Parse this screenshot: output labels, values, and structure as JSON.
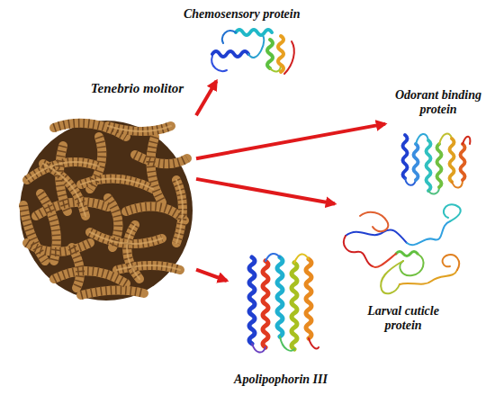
{
  "diagram": {
    "nodes": [
      {
        "text": [
          "Tenebrio molitor"
        ]
      },
      {
        "text": [
          "Chemosensory protein"
        ]
      },
      {
        "text": [
          "Odorant binding protein"
        ]
      },
      {
        "text": [
          "Larval cuticle protein"
        ]
      },
      {
        "text": [
          "Apolipophorin III"
        ]
      }
    ],
    "edges": [
      {
        "from": 0,
        "to": 1,
        "arrow": "to"
      },
      {
        "from": 0,
        "to": 2,
        "arrow": "to"
      },
      {
        "from": 0,
        "to": 3,
        "arrow": "to"
      },
      {
        "from": 0,
        "to": 4,
        "arrow": "to"
      }
    ]
  }
}
